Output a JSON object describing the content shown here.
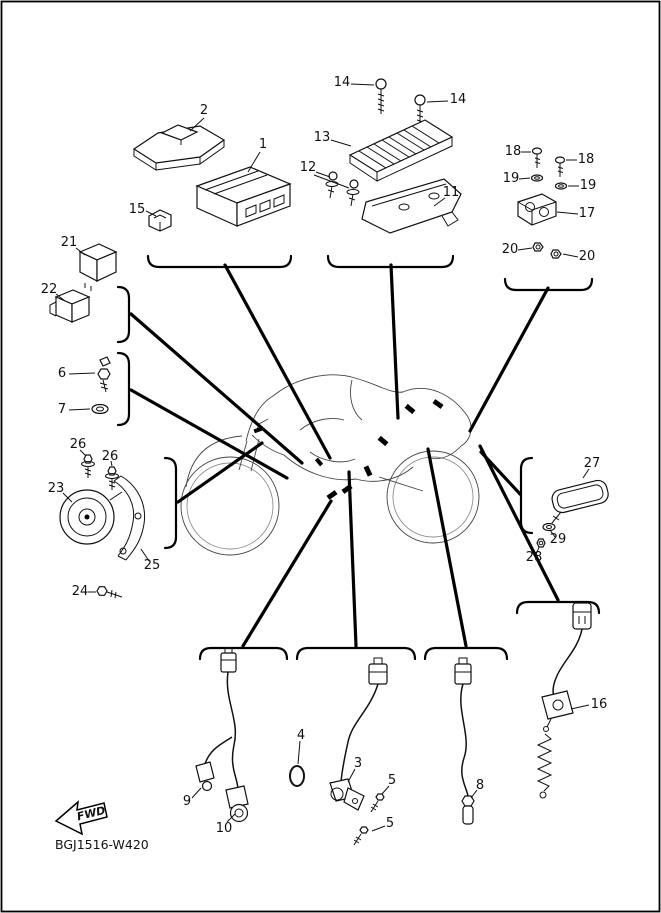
{
  "diagram": {
    "drawing_code": "BGJ1516-W420",
    "fwd_label": "FWD",
    "callouts": {
      "1": "1",
      "2": "2",
      "3": "3",
      "4": "4",
      "5": "5",
      "6": "6",
      "7": "7",
      "8": "8",
      "9": "9",
      "10": "10",
      "11": "11",
      "12": "12",
      "13": "13",
      "14": "14",
      "15": "15",
      "16": "16",
      "17": "17",
      "18": "18",
      "19": "19",
      "20": "20",
      "21": "21",
      "22": "22",
      "23": "23",
      "24": "24",
      "25": "25",
      "26": "26",
      "27": "27",
      "28": "28",
      "29": "29"
    }
  }
}
